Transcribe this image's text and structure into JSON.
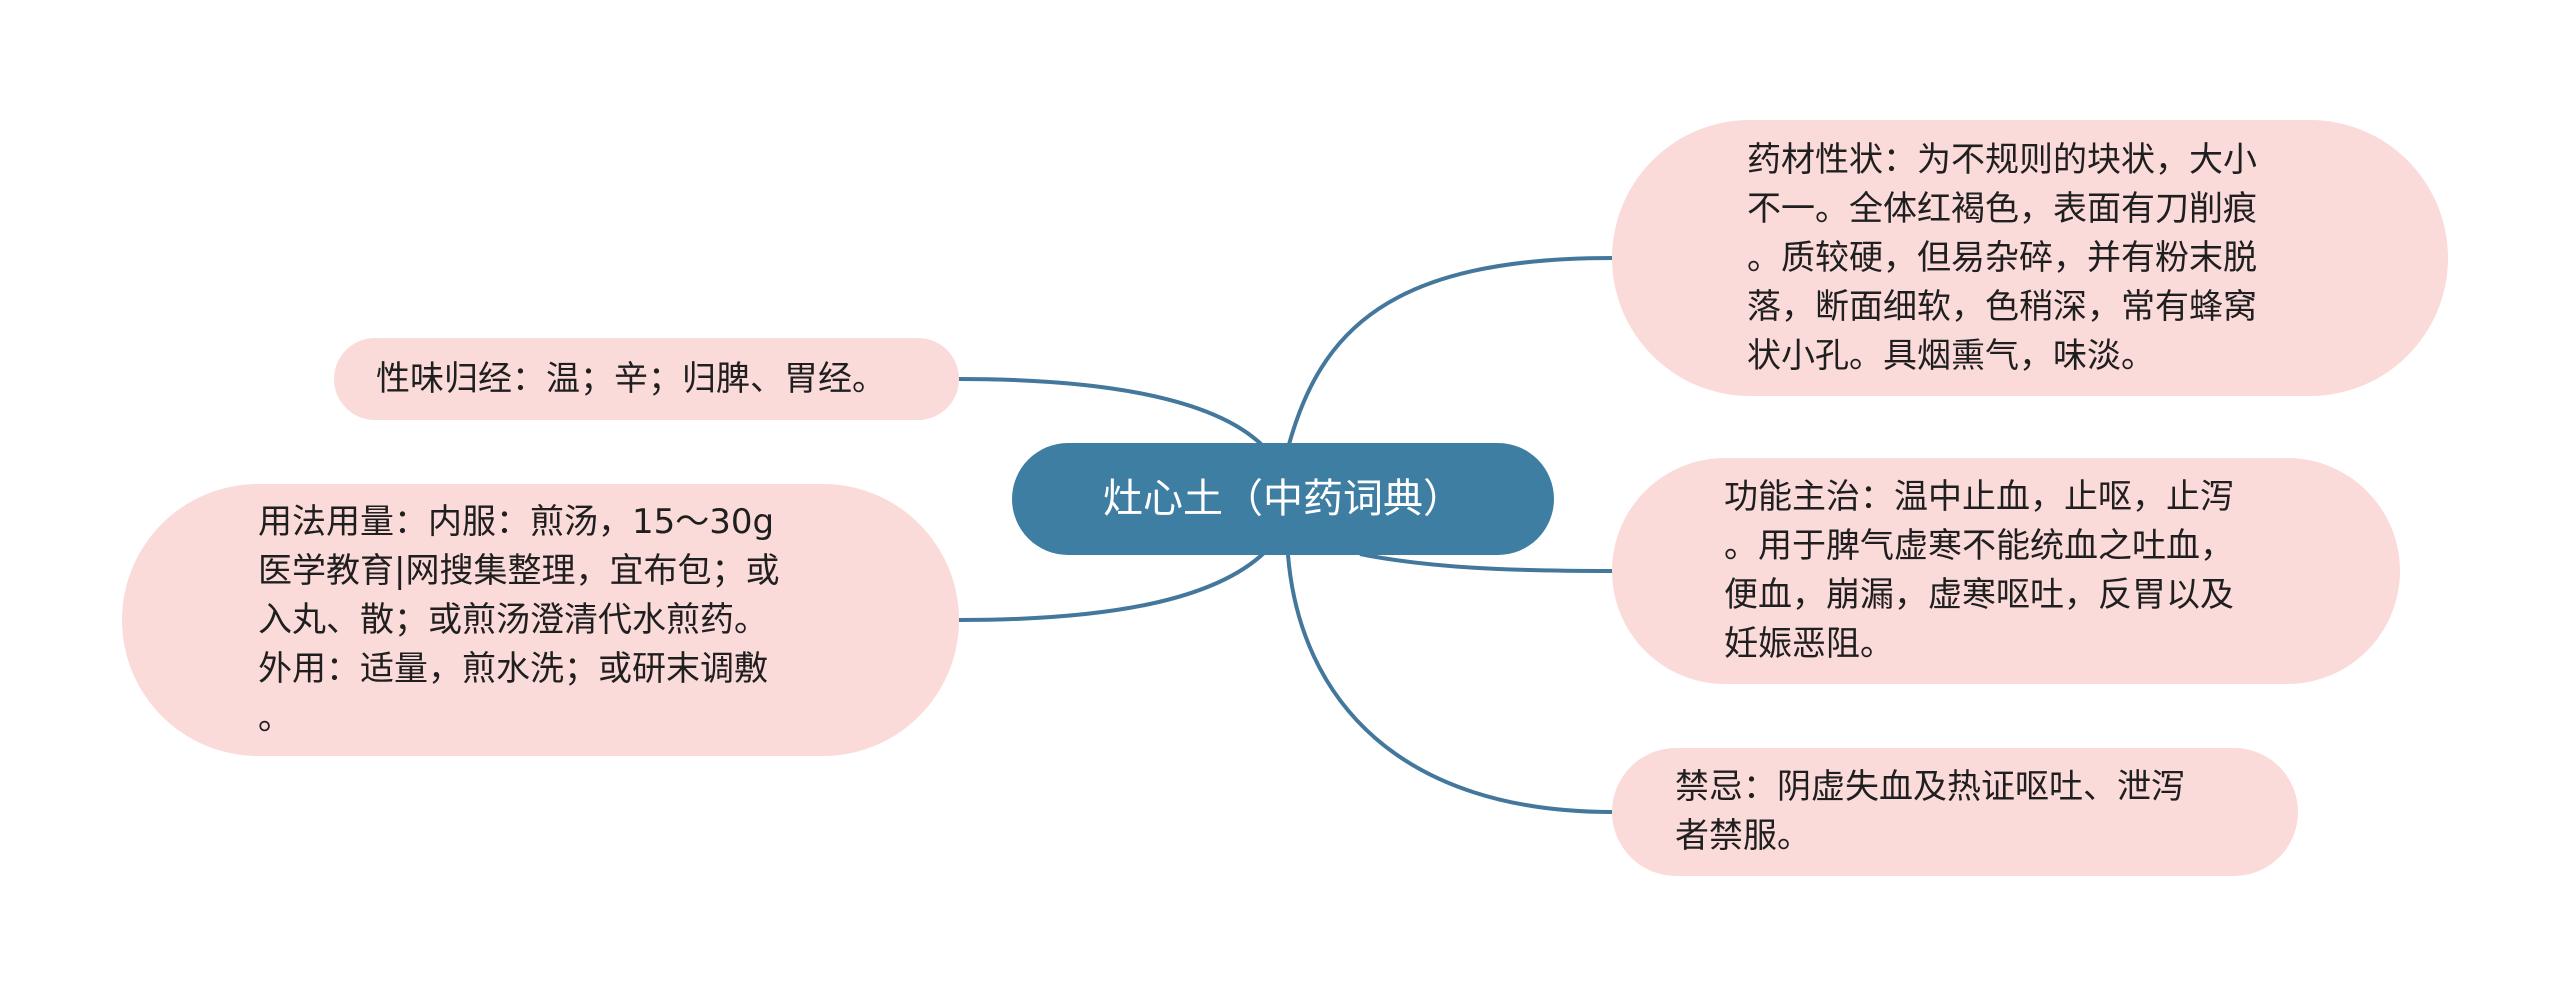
{
  "root": {
    "label": "灶心土（中药词典）"
  },
  "nodes": {
    "properties": "药材性状：为不规则的块状，大小\n不一。全体红褐色，表面有刀削痕\n。质较硬，但易杂碎，并有粉末脱\n落，断面细软，色稍深，常有蜂窝\n状小孔。具烟熏气，味淡。",
    "functions": "功能主治：温中止血，止呕，止泻\n。用于脾气虚寒不能统血之吐血，\n便血，崩漏，虚寒呕吐，反胃以及\n妊娠恶阻。",
    "taboo": "禁忌：阴虚失血及热证呕吐、泄泻\n者禁服。",
    "nature": "性味归经：温；辛；归脾、胃经。",
    "usage": "用法用量：内服：煎汤，15～30g\n医学教育|网搜集整理，宜布包；或\n入丸、散；或煎汤澄清代水煎药。\n外用：适量，煎水洗；或研末调敷\n。"
  },
  "colors": {
    "root_fill": "#3f7ea3",
    "connector": "#43789c",
    "leaf_fill": "#fbdada",
    "root_text": "#ffffff",
    "leaf_text": "#1f1f1f"
  }
}
